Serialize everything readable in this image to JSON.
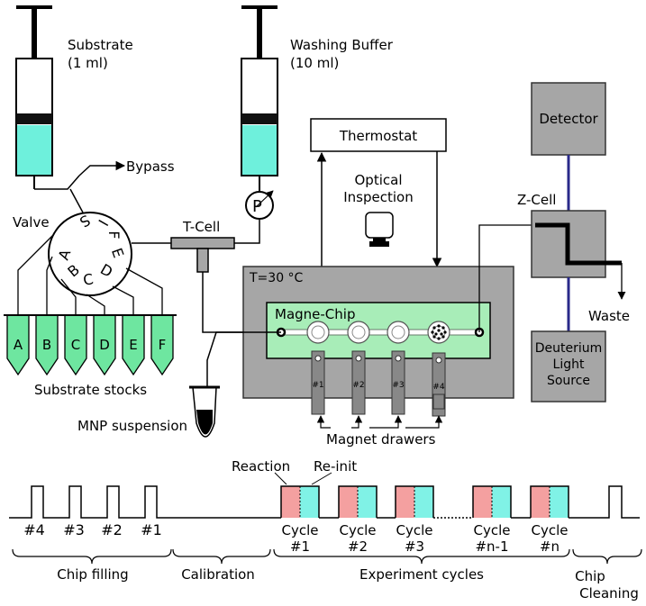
{
  "syringes": {
    "substrate": {
      "name": "Substrate",
      "volume": "(1 ml)"
    },
    "washing": {
      "name": "Washing Buffer",
      "volume": "(10 ml)"
    }
  },
  "labels": {
    "bypass": "Bypass",
    "valve": "Valve",
    "t_cell": "T-Cell",
    "pump": "P",
    "thermostat": "Thermostat",
    "optical_1": "Optical",
    "optical_2": "Inspection",
    "temperature": "T=30 °C",
    "magne_chip": "Magne-Chip",
    "detector": "Detector",
    "z_cell": "Z-Cell",
    "waste": "Waste",
    "deut_1": "Deuterium",
    "deut_2": "Light",
    "deut_3": "Source",
    "substrate_stocks": "Substrate stocks",
    "mnp": "MNP suspension",
    "magnet_drawers": "Magnet drawers"
  },
  "valve_letters": [
    "A",
    "B",
    "C",
    "D",
    "E",
    "F",
    "I",
    "S"
  ],
  "stocks": [
    "A",
    "B",
    "C",
    "D",
    "E",
    "F"
  ],
  "drawers": [
    "#1",
    "#2",
    "#3",
    "#4"
  ],
  "colors": {
    "cyan": "#6ef0dc",
    "chip_green": "#a8edb8",
    "tube_green": "#6ee6a0",
    "box_grey": "#a6a6a6",
    "drawer_grey": "#888888",
    "reaction_pink": "#f4a0a0",
    "reinit_cyan": "#80f2e6",
    "optical_path": "#2a2a8a"
  },
  "timeline": {
    "reaction": "Reaction",
    "reinit": "Re-init",
    "fill_pulses": [
      "#4",
      "#3",
      "#2",
      "#1"
    ],
    "cycles": [
      {
        "top": "Cycle",
        "bottom": "#1"
      },
      {
        "top": "Cycle",
        "bottom": "#2"
      },
      {
        "top": "Cycle",
        "bottom": "#3"
      },
      {
        "top": "Cycle",
        "bottom": "#n-1"
      },
      {
        "top": "Cycle",
        "bottom": "#n"
      }
    ],
    "phases": [
      "Chip filling",
      "Calibration",
      "Experiment cycles",
      "Chip",
      "Cleaning"
    ]
  }
}
